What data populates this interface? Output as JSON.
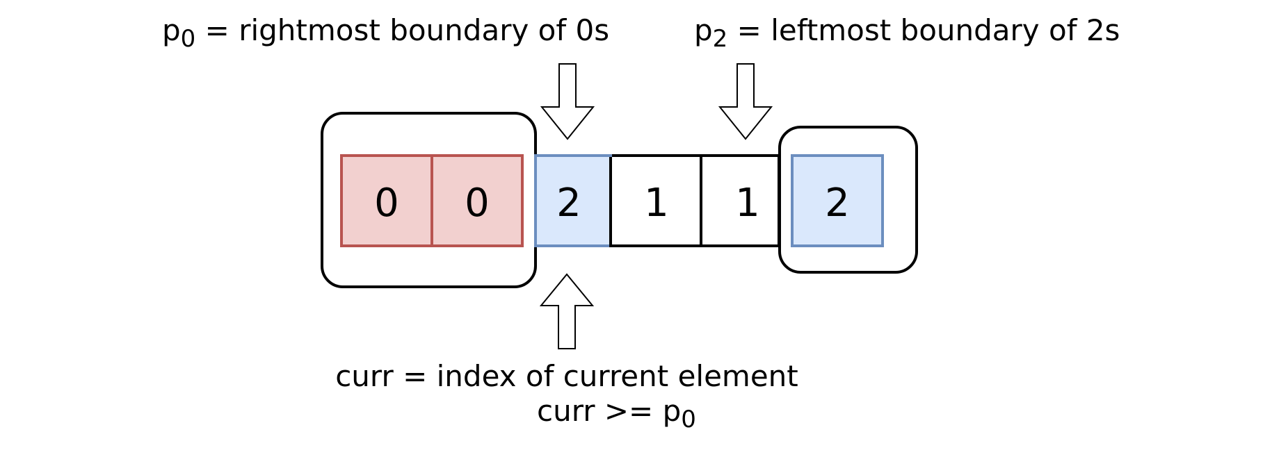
{
  "labels": {
    "p0": {
      "var": "p",
      "sub": "0",
      "rest": " = rightmost boundary of 0s"
    },
    "p2": {
      "var": "p",
      "sub": "2",
      "rest": " = leftmost boundary of 2s"
    },
    "curr_line1": "curr = index of current element",
    "curr_line2": {
      "text": "curr >= p",
      "sub": "0"
    }
  },
  "cells": [
    {
      "value": "0",
      "group": "zeros"
    },
    {
      "value": "0",
      "group": "zeros"
    },
    {
      "value": "2",
      "group": "current"
    },
    {
      "value": "1",
      "group": "plain"
    },
    {
      "value": "1",
      "group": "plain"
    },
    {
      "value": "2",
      "group": "twos"
    }
  ],
  "colors": {
    "zeros_fill": "#f2d0cf",
    "zeros_stroke": "#b85450",
    "blue_fill": "#dae8fc",
    "blue_stroke": "#6c8ebf",
    "plain_stroke": "#000000",
    "arrow_fill": "#ffffff",
    "arrow_stroke": "#000000"
  }
}
